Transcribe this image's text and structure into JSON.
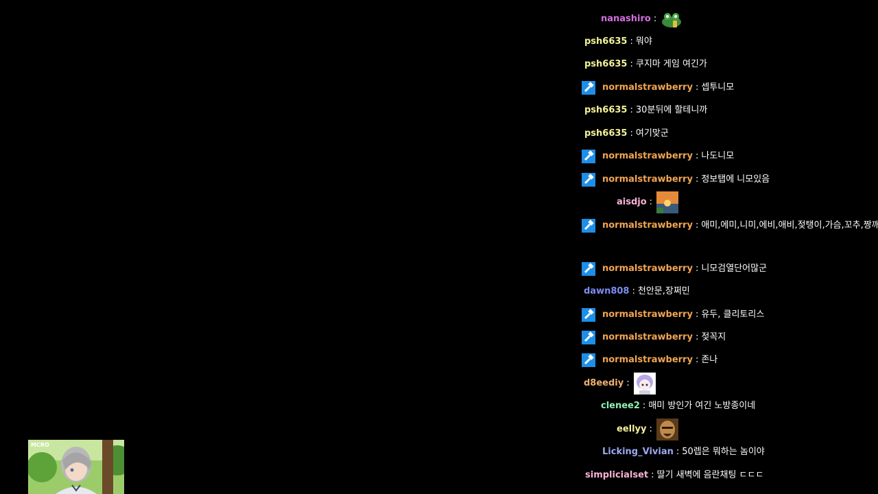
{
  "chat": {
    "messages": [
      {
        "user": "nanashiro",
        "color": "#d46fe0",
        "mod": false,
        "text": "",
        "emote": "frog-emote-icon"
      },
      {
        "user": "psh6635",
        "color": "#f3f29b",
        "mod": false,
        "text": "뭐야"
      },
      {
        "user": "psh6635",
        "color": "#f3f29b",
        "mod": false,
        "text": "쿠지마 게임 여긴가"
      },
      {
        "user": "normalstrawberry",
        "color": "#f2a553",
        "mod": true,
        "text": "셉투니모"
      },
      {
        "user": "psh6635",
        "color": "#f3f29b",
        "mod": false,
        "text": "30분뒤에 할테니까"
      },
      {
        "user": "psh6635",
        "color": "#f3f29b",
        "mod": false,
        "text": "여기맞군"
      },
      {
        "user": "normalstrawberry",
        "color": "#f2a553",
        "mod": true,
        "text": "나도니모"
      },
      {
        "user": "normalstrawberry",
        "color": "#f2a553",
        "mod": true,
        "text": "정보탭에 니모있음"
      },
      {
        "user": "aisdjo",
        "color": "#f7b2d6",
        "mod": false,
        "text": "",
        "emote": "sunset-emote-icon"
      },
      {
        "user": "normalstrawberry",
        "color": "#f2a553",
        "mod": true,
        "text": "애미,에미,니미,에비,애비,젖탱이,가슴,꼬추,짱깨"
      },
      {
        "user": "normalstrawberry",
        "color": "#f2a553",
        "mod": true,
        "text": "니모검열단어많군"
      },
      {
        "user": "dawn808",
        "color": "#7d8df2",
        "mod": false,
        "text": "천안문,장쩌민"
      },
      {
        "user": "normalstrawberry",
        "color": "#f2a553",
        "mod": true,
        "text": "유두, 클리토리스"
      },
      {
        "user": "normalstrawberry",
        "color": "#f2a553",
        "mod": true,
        "text": "젖꼭지"
      },
      {
        "user": "normalstrawberry",
        "color": "#f2a553",
        "mod": true,
        "text": "존나"
      },
      {
        "user": "d8eediy",
        "color": "#f0b070",
        "mod": false,
        "text": "",
        "emote": "anime-girl-emote-icon"
      },
      {
        "user": "clenee2",
        "color": "#8ff0b8",
        "mod": false,
        "text": "매미 방인가 여긴 노방종이네"
      },
      {
        "user": "eellyy",
        "color": "#f3f29b",
        "mod": false,
        "text": "",
        "emote": "face-emote-icon"
      },
      {
        "user": "Licking_Vivian",
        "color": "#9aa8f0",
        "mod": false,
        "text": "50렙은 뭐하는 놈이야"
      },
      {
        "user": "simplicialset",
        "color": "#f7b2d6",
        "mod": false,
        "text": "딸기 새벽에 음란채팅 ㄷㄷㄷ"
      }
    ]
  },
  "webcam": {
    "logo": "MCRO"
  },
  "colors": {
    "mod_badge": "#1e8ee8",
    "background": "#000000"
  }
}
